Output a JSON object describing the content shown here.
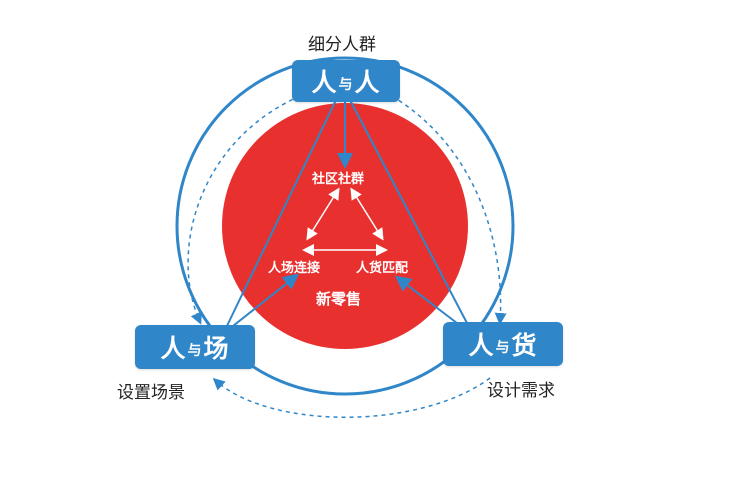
{
  "diagram": {
    "top_node": {
      "left": "人",
      "mid": "与",
      "right": "人"
    },
    "left_node": {
      "left": "人",
      "mid": "与",
      "right": "场"
    },
    "right_node": {
      "left": "人",
      "mid": "与",
      "right": "货"
    },
    "caption_top": "细分人群",
    "caption_left": "设置场景",
    "caption_right": "设计需求",
    "inner_top": "社区社群",
    "inner_left": "人场连接",
    "inner_right": "人货匹配",
    "center_label": "新零售",
    "colors": {
      "circle_red": "#e8312f",
      "ring_blue": "#2f86c8",
      "node_blue": "#2f86c8"
    }
  }
}
